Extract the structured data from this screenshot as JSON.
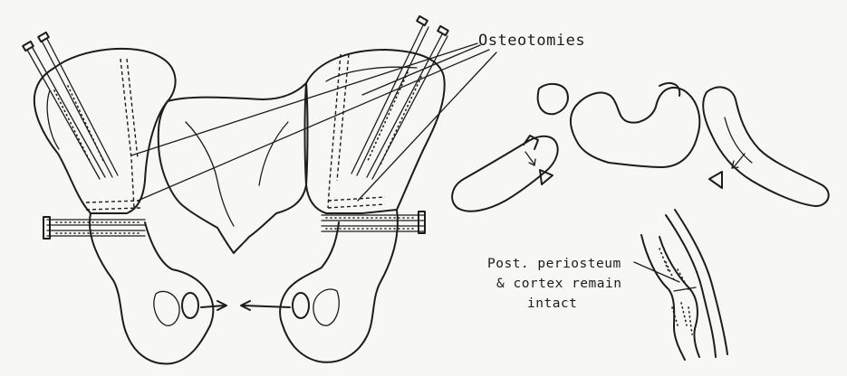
{
  "diagram": {
    "osteotomies_label": "Osteotomies",
    "periosteum_label": {
      "line1": "Post. periosteum",
      "line2": "& cortex remain",
      "line3": "intact"
    }
  },
  "colors": {
    "ink": "#1c1c1c",
    "paper": "#f7f7f5"
  }
}
